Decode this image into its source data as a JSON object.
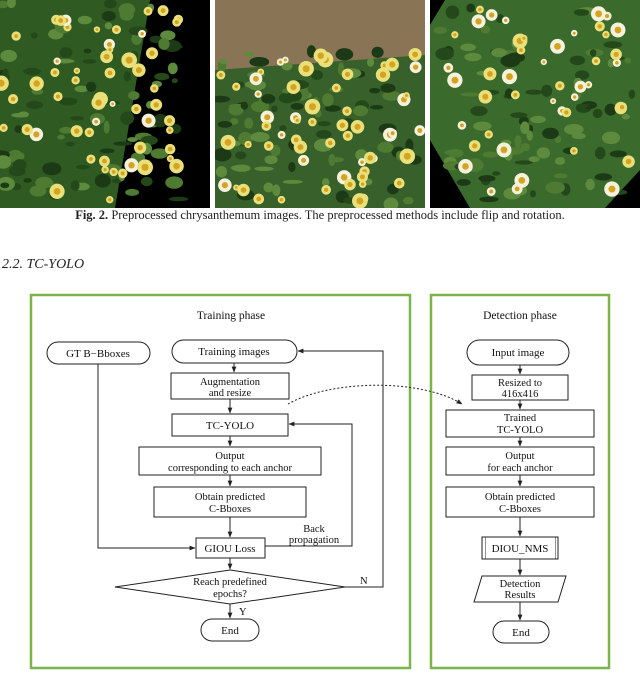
{
  "figure": {
    "caption_label": "Fig. 2.",
    "caption_text": "Preprocessed chrysanthemum images. The preprocessed methods include flip and rotation."
  },
  "section_heading": "2.2. TC-YOLO",
  "flowchart": {
    "training": {
      "title": "Training phase",
      "gt_bboxes": "GT B−Bboxes",
      "training_images": "Training images",
      "augmentation_1": "Augmentation",
      "augmentation_2": "and resize",
      "tc_yolo": "TC-YOLO",
      "output_1": "Output",
      "output_2": "corresponding to each anchor",
      "obtain_1": "Obtain predicted",
      "obtain_2": "C-Bboxes",
      "giou_loss": "GIOU Loss",
      "back_1": "Back",
      "back_2": "propagation",
      "reach_1": "Reach predefined",
      "reach_2": "epochs?",
      "label_y": "Y",
      "label_n": "N",
      "end": "End"
    },
    "detection": {
      "title": "Detection phase",
      "input_image": "Input image",
      "resized_1": "Resized to",
      "resized_2": "416x416",
      "trained_1": "Trained",
      "trained_2": "TC-YOLO",
      "output_1": "Output",
      "output_2": "for each anchor",
      "obtain_1": "Obtain predicted",
      "obtain_2": "C-Bboxes",
      "diou_nms": "DIOU_NMS",
      "results_1": "Detection",
      "results_2": "Results",
      "end": "End"
    }
  }
}
